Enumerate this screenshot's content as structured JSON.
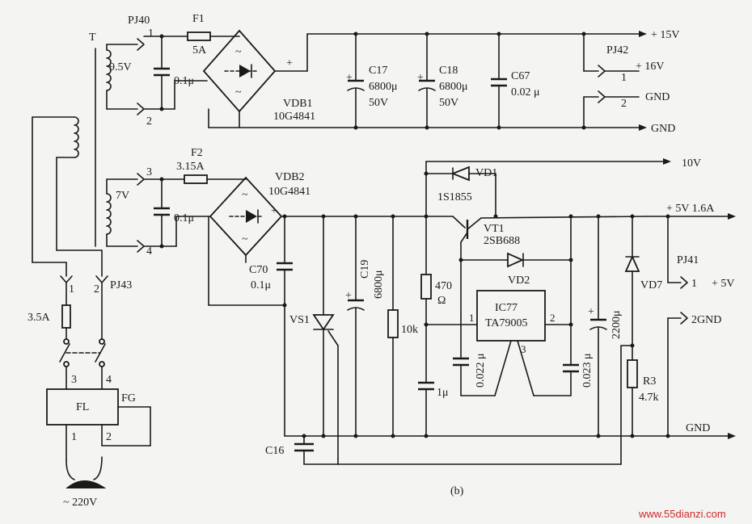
{
  "transformer": {
    "name": "T"
  },
  "connectors": {
    "pj40": "PJ40",
    "pj40_pin1": "1",
    "pj40_pin2": "2",
    "pj42": "PJ42",
    "pj42_pin1": "1",
    "pj42_pin2": "2",
    "pin3": "3",
    "pin4": "4",
    "pj41": "PJ41",
    "pj41_pin1": "1",
    "pj41_pin2": "2GND",
    "pj43": "PJ43",
    "pj43_pin1": "1",
    "pj43_pin2": "2"
  },
  "voltages": {
    "v9_5": "9.5V",
    "v7": "7V",
    "plus15": "+ 15V",
    "plus16": "+ 16V",
    "gnd_a": "GND",
    "gnd_b": "GND",
    "v10": "10V",
    "plus5_16": "+ 5V 1.6A",
    "plus5": "+ 5V",
    "gnd_c": "GND",
    "mains": "~ 220V"
  },
  "components": {
    "f1": "F1",
    "f1_val": "5A",
    "f2": "F2",
    "f2_val": "3.15A",
    "fuse_main": "3.5A",
    "cap01_top": "0.1μ",
    "cap01_bot": "0.1μ",
    "vdb1": "VDB1",
    "vdb1_part": "10G4841",
    "vdb2": "VDB2",
    "vdb2_part": "10G4841",
    "c17": "C17",
    "c17_val": "6800μ",
    "c17_v": "50V",
    "c18": "C18",
    "c18_val": "6800μ",
    "c18_v": "50V",
    "c67": "C67",
    "c67_val": "0.02 μ",
    "vd1": "VD1",
    "vd1_part": "1S1855",
    "vt1": "VT1",
    "vt1_part": "2SB688",
    "c70": "C70",
    "c70_val": "0.1μ",
    "c19": "C19",
    "c19_val": "6800μ",
    "r470": "470",
    "r470_unit": "Ω",
    "vs1": "VS1",
    "r10k": "10k",
    "vd2": "VD2",
    "ic77": "IC77",
    "ic77_part": "TA79005",
    "ic_pin1": "1",
    "ic_pin2": "2",
    "ic_pin3": "3",
    "c_0022": "0.022 μ",
    "c_1u": "1μ",
    "c_0023": "0.023 μ",
    "c_2200": "2200μ",
    "vd7": "VD7",
    "r3": "R3",
    "r3_val": "4.7k",
    "c16": "C16",
    "fl": "FL",
    "fg": "FG",
    "fl_pin1": "1",
    "fl_pin2": "2",
    "fl_pin3": "3",
    "fl_pin4": "4"
  },
  "caption": "(b)",
  "watermark": "www.55dianzi.com"
}
